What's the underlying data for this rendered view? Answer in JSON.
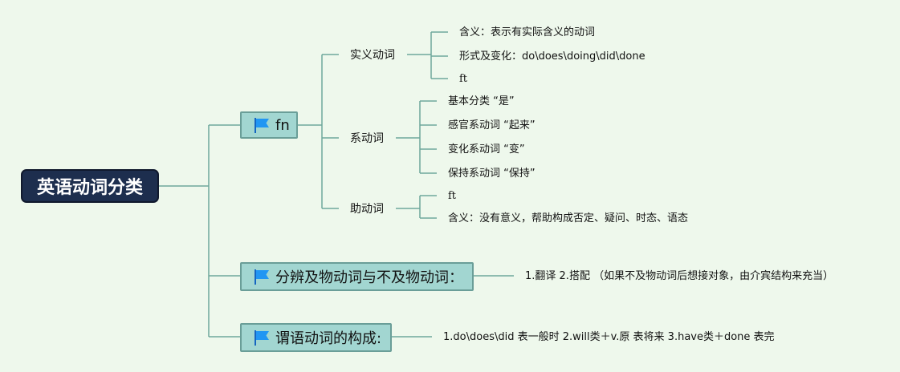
{
  "root": {
    "label": "英语动词分类"
  },
  "branches": [
    {
      "label": "fn",
      "children": [
        {
          "label": "实义动词",
          "items": [
            "含义：表示有实际含义的动词",
            "形式及变化：do\\does\\doing\\did\\done",
            "ft"
          ]
        },
        {
          "label": "系动词",
          "items": [
            "基本分类 “是”",
            "感官系动词 “起来”",
            "变化系动词 “变”",
            "保持系动词 “保持”"
          ]
        },
        {
          "label": "助动词",
          "items": [
            "ft",
            "含义：没有意义，帮助构成否定、疑问、时态、语态"
          ]
        }
      ]
    },
    {
      "label": "分辨及物动词与不及物动词：",
      "note": "1.翻译 2.搭配 （如果不及物动词后想接对象，由介宾结构来充当）"
    },
    {
      "label": "谓语动词的构成:",
      "note": "1.do\\does\\did 表一般时 2.will类＋v.原 表将来 3.have类＋done 表完"
    }
  ],
  "colors": {
    "background": "#eef8ec",
    "root_fill": "#1d2e4e",
    "box_fill": "#a2d6d1",
    "box_border": "#6a9e98",
    "line": "#6fa79b",
    "flag": "#2196f3"
  },
  "icons": {
    "branch_marker": "flag-icon"
  }
}
